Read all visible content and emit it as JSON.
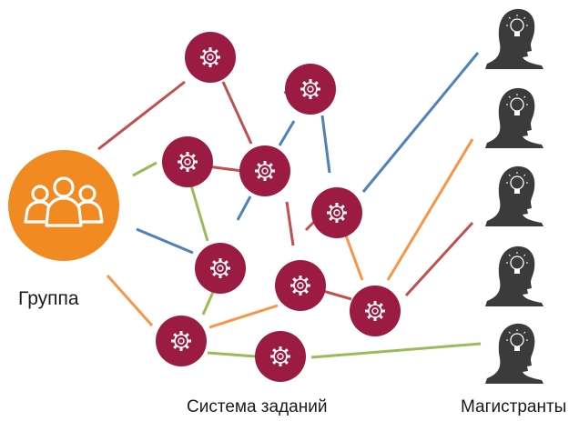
{
  "labels": {
    "group": "Группа",
    "task_system": "Система заданий",
    "masters": "Магистранты"
  },
  "colors": {
    "group_circle": "#f28a22",
    "task_node": "#9c1b42",
    "student": "#3b3b3b",
    "line_red": "#c0504d",
    "line_blue": "#4f81bd",
    "line_green": "#9bbb59",
    "line_orange": "#f79646"
  },
  "icons": {
    "group": "people-group-icon",
    "task": "gear-icon",
    "student": "student-head-lightbulb-icon"
  }
}
